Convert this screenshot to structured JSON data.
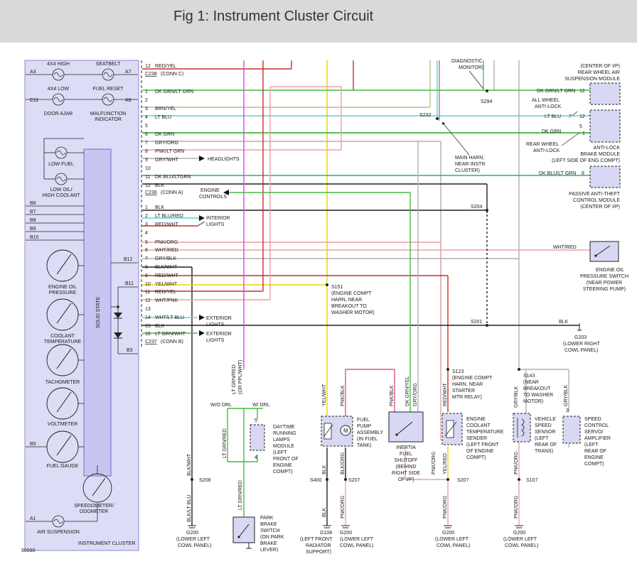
{
  "header": {
    "title": "Fig 1: Instrument Cluster Circuit"
  },
  "cluster": {
    "name": "INSTRUMENT CLUSTER",
    "solid_state": "SOLID STATE",
    "figure_number": "90090",
    "indicators": [
      {
        "key": "4x4high",
        "label": "4X4 HIGH",
        "pin": "A3"
      },
      {
        "key": "seatbelt",
        "label": "SEATBELT",
        "pin": "A7"
      },
      {
        "key": "4x4low",
        "label": "4X4 LOW",
        "pin": ""
      },
      {
        "key": "fuelreset",
        "label": "FUEL RESET",
        "pin": ""
      },
      {
        "key": "doorajar",
        "label": "DOOR AJAR",
        "pin": "C11"
      },
      {
        "key": "malfunction",
        "label1": "MALFUNCTION",
        "label2": "INDICATOR",
        "pin": "A8"
      },
      {
        "key": "lowfuel",
        "label": "LOW FUEL"
      },
      {
        "key": "lowoil",
        "label1": "LOW OIL/",
        "label2": "HIGH COOLANT"
      },
      {
        "key": "airsusp",
        "label": "AIR SUSPENSION",
        "pin": "A1"
      }
    ],
    "gauges": [
      {
        "key": "oilpress",
        "label1": "ENGINE OIL",
        "label2": "PRESSURE"
      },
      {
        "key": "coolant",
        "label1": "COOLANT",
        "label2": "TEMPERATURE"
      },
      {
        "key": "tach",
        "label1": "TACHOMETER",
        "label2": ""
      },
      {
        "key": "volt",
        "label1": "VOLTMETER",
        "label2": ""
      },
      {
        "key": "fuelgauge",
        "label1": "FUEL GAUGE",
        "label2": "",
        "pin": "B5"
      },
      {
        "key": "speedo",
        "label1": "SPEEDOMETER/",
        "label2": "ODOMETER"
      }
    ],
    "left_pins": [
      "B6",
      "B7",
      "B8",
      "B9",
      "B10"
    ],
    "right_pins": [
      "B12",
      "B11",
      "B3"
    ]
  },
  "connectors": {
    "c238": {
      "name": "C238",
      "desc": "(CONN C)"
    },
    "c236": {
      "name": "C236",
      "desc": "(CONN A)"
    },
    "c237": {
      "name": "C237",
      "desc": "(CONN B)"
    }
  },
  "wires": [
    {
      "num": "12",
      "label": "RED/YEL"
    },
    {
      "num": "1",
      "label": "DK GRN/LT GRN"
    },
    {
      "num": "2",
      "label": ""
    },
    {
      "num": "3",
      "label": "BRN/YEL"
    },
    {
      "num": "4",
      "label": "LT BLU"
    },
    {
      "num": "5",
      "label": ""
    },
    {
      "num": "6",
      "label": "DK GRN"
    },
    {
      "num": "7",
      "label": "GRY/ORG"
    },
    {
      "num": "8",
      "label": "PNK/LT GRN"
    },
    {
      "num": "9",
      "label": "GRY/WHT"
    },
    {
      "num": "10",
      "label": ""
    },
    {
      "num": "11",
      "label": "DK BLU/LTGRN"
    },
    {
      "num": "12",
      "label": "BLK"
    },
    {
      "num": "1",
      "label": "BLK"
    },
    {
      "num": "2",
      "label": "LT BLU/RED"
    },
    {
      "num": "3",
      "label": "RED/WHT"
    },
    {
      "num": "4",
      "label": ""
    },
    {
      "num": "5",
      "label": "PNK/ORG"
    },
    {
      "num": "6",
      "label": "WHT/RED"
    },
    {
      "num": "7",
      "label": "GRY/BLK"
    },
    {
      "num": "8",
      "label": "BLK/WHT"
    },
    {
      "num": "9",
      "label": "RED/WHT"
    },
    {
      "num": "10",
      "label": "YEL/WHT"
    },
    {
      "num": "11",
      "label": "RED/YEL"
    },
    {
      "num": "12",
      "label": "WHT/PNK"
    },
    {
      "num": "13",
      "label": ""
    },
    {
      "num": "14",
      "label": "WHT/LT BLU"
    },
    {
      "num": "15",
      "label": "BLK"
    },
    {
      "num": "16",
      "label": "LT GRN/WHT"
    }
  ],
  "arrows": {
    "headlights": "HEADLIGHTS",
    "engine_controls": [
      "ENGINE",
      "CONTROLS"
    ],
    "interior_lights": [
      "INTERIOR",
      "LIGHTS"
    ],
    "exterior_lights_1": [
      "EXTERIOR",
      "LIGHTS"
    ],
    "exterior_lights_2": [
      "EXTERIOR",
      "LIGHTS"
    ]
  },
  "right_modules": {
    "diag_monitor": [
      "DIAGNOSTIC",
      "MONITOR)"
    ],
    "s294": "S294",
    "rear_air": [
      "(CENTER OF I/P)",
      "REAR WHEEL AIR",
      "SUSPENSION MODULE"
    ],
    "w_dkgrn_ltgrn": "DK GRN/LT GRN",
    "pin_12a": "12",
    "all_wheel": [
      "ALL WHEEL",
      "ANTI-LOCK"
    ],
    "s232": "S232",
    "w_ltblu": "LT BLU",
    "pin_7": "7",
    "pin_12b": "12",
    "w_dkgrn": "DK GRN",
    "pin_5": "5",
    "pin_1": "1",
    "rear_wheel": [
      "REAR WHEEL",
      "ANTI-LOCK"
    ],
    "antilock": [
      "ANTI-LOCK",
      "BRAKE MODULE",
      "(LEFT SIDE OF ENG COMPT)"
    ],
    "main_harn": [
      "MAIN HARN,",
      "NEAR INSTR",
      "CLUSTER)"
    ],
    "w_dkblu": "DK BLU/LT GRN",
    "pin_8": "8",
    "pats": [
      "PASSIVE ANTI-THEFT",
      "CONTROL MODULE",
      "(CENTER OF I/P)"
    ],
    "s204": "S204",
    "w_whtred": "WHT/RED",
    "oil_switch": [
      "ENGINE OIL",
      "PRESSURE SWITCH",
      "(NEAR POWER",
      "STEERING PUMP)"
    ],
    "s151": [
      "S151",
      "(ENGINE COMPT",
      "HARN, NEAR",
      "BREAKOUT TO",
      "WASHER MOTOR)"
    ],
    "s201": "S201",
    "w_blk": "BLK",
    "g203": [
      "G203",
      "(LOWER RIGHT",
      "COWL PANEL)"
    ]
  },
  "bottom": {
    "s123": [
      "S123",
      "(ENGINE COMPT",
      "HARN, NEAR",
      "STARTER",
      "MTR RELAY)"
    ],
    "s143": [
      "S143",
      "(NEAR",
      "BREAKOUT",
      "TO WASHER",
      "MOTOR)"
    ],
    "wo_drl": "W/O DRL",
    "w_drl": "W/ DRL",
    "ltgrn_red_top": "LT GRN/RED",
    "or_ppl": "(OR PPL/WHT)",
    "drl_module": [
      "DAYTIME",
      "RUNNING",
      "LAMPS",
      "MODULE",
      "(LEFT",
      "FRONT OF",
      "ENGINE",
      "COMPT)"
    ],
    "drl_pin5": "5",
    "drl_pin4": "4",
    "ltgrn_red_a": "LT GRN/RED",
    "ltgrn_red_b": "LT GRN/RED",
    "ltgrn_red_c": "LT GRN/RED",
    "blkwht": "BLK/WHT",
    "s208": "S208",
    "blk_ltblu": "BLK/LT BLU",
    "g200_a": [
      "G200",
      "(LOWER LEFT",
      "COWL PANEL)"
    ],
    "park_brake": [
      "PARK",
      "BRAKE",
      "SWITCH",
      "(ON PARK",
      "BRAKE",
      "LEVER)"
    ],
    "yelwht": "YEL/WHT",
    "pnkblk_a": "PNK/BLK",
    "fuel_pump": [
      "FUEL",
      "PUMP",
      "ASSEMBLY",
      "(IN FUEL",
      "TANK)"
    ],
    "blk_a": "BLK",
    "blkorg": "BLK/ORG",
    "s400": "S400",
    "s207_a": "S207",
    "blk_b": "BLK",
    "pnkorg_a": "PNK/ORG",
    "g108": [
      "G108",
      "(LEFT FRONT",
      "RADIATOR",
      "SUPPORT)"
    ],
    "g200_b": [
      "G200",
      "(LOWER LEFT",
      "COWL PANEL)"
    ],
    "pnkblk_b": "PNK/BLK",
    "dkgrn_yel": "DK GRN/YEL",
    "gryorg": "GRY/ORG",
    "inertia": [
      "INERTIA",
      "FUEL",
      "SHUTOFF",
      "(BEHIND",
      "RIGHT SIDE",
      "OF I/P)"
    ],
    "pnkorg_b": "PNK/ORG",
    "redwht": "RED/WHT",
    "ect": [
      "ENGINE",
      "COOLANT",
      "TEMPERATURE",
      "SENDER",
      "(LEFT FRONT",
      "OF ENGINE",
      "COMPT)"
    ],
    "yelred": "YEL/RED",
    "s207_b": "S207",
    "pnkorg_c": "PNK/ORG",
    "g200_c": [
      "G200",
      "(LOWER LEFT",
      "COWL PANEL)"
    ],
    "grybk": "GRY/BLK",
    "vss": [
      "VEHICLE",
      "SPEED",
      "SENSOR",
      "(LEFT",
      "REAR OF",
      "TRANS)"
    ],
    "pnkorg_d": "PNK/ORG",
    "s107": "S107",
    "pnkorg_e": "PNK/ORG",
    "g200_d": [
      "G200",
      "(LOWER LEFT",
      "COWL PANEL)"
    ],
    "grybk2": "GRY/BLK",
    "speed_pin3": "3",
    "speed_ctrl": [
      "SPEED",
      "CONTROL",
      "SERVO/",
      "AMPLIFIER",
      "(LEFT",
      "REAR OF",
      "ENGINE",
      "COMPT)"
    ]
  }
}
